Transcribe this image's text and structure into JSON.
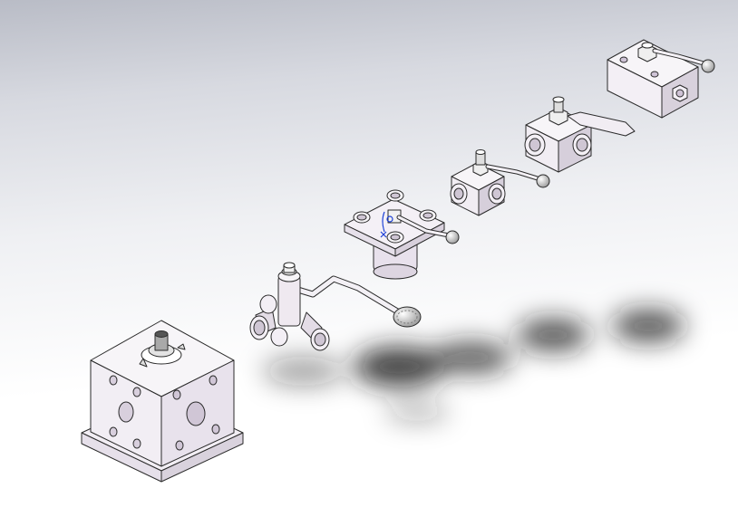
{
  "viewport": {
    "kind": "cad-3d-view",
    "background": {
      "top": "#b9bcc6",
      "bottom": "#ffffff"
    },
    "parts": [
      {
        "name": "large-manifold-block",
        "color": "#f2eef4",
        "shade": "#d9d2dd"
      },
      {
        "name": "three-way-ball-valve",
        "color": "#efe9f0",
        "shade": "#cfc6d4"
      },
      {
        "name": "flanged-ball-valve",
        "color": "#f0eaf1",
        "shade": "#d4cbd8"
      },
      {
        "name": "small-block-valve",
        "color": "#f1edf3",
        "shade": "#d6cfdb"
      },
      {
        "name": "medium-block-valve",
        "color": "#f1edf3",
        "shade": "#d6cfdb"
      },
      {
        "name": "rectangular-manifold",
        "color": "#f3eff5",
        "shade": "#d8d1dc"
      }
    ],
    "accent": {
      "selection": "#1a3fd6",
      "hole": "#cfc3d6",
      "edge": "#2b2b2b"
    }
  }
}
